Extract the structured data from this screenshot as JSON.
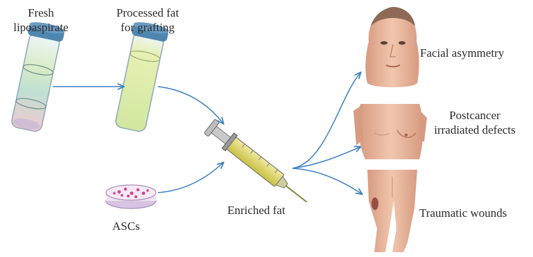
{
  "labels": {
    "fresh_line1": "Fresh",
    "fresh_line2": "lipoaspirate",
    "processed_line1": "Processed fat",
    "processed_line2": "for grafting",
    "ascs": "ASCs",
    "enriched": "Enriched fat",
    "facial": "Facial asymmetry",
    "postcancer_line1": "Postcancer",
    "postcancer_line2": "irradiated defects",
    "traumatic": "Traumatic wounds"
  },
  "icons": {
    "tube_fresh": "test-tube-icon",
    "tube_processed": "test-tube-icon",
    "dish": "petri-dish-icon",
    "syringe": "syringe-icon",
    "head": "human-head-icon",
    "torso": "human-torso-icon",
    "legs": "human-legs-icon"
  },
  "colors": {
    "arrow": "#3a7fc1",
    "cap": "#4f86b0",
    "syringe_fill": "#dcd56a",
    "dish_cells": "#d8408a",
    "skin": "#e8b9a0"
  }
}
